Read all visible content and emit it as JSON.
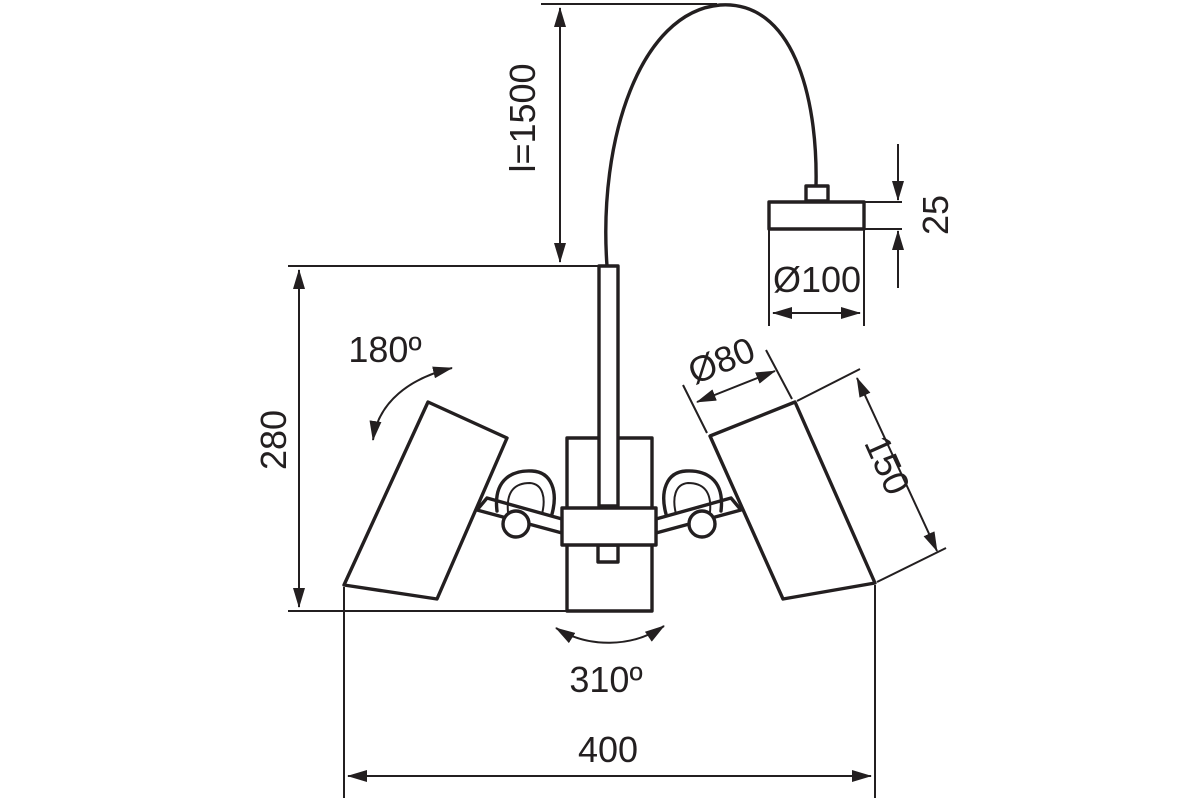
{
  "diagram": {
    "labels": {
      "cable_length": "l=1500",
      "canopy_height": "25",
      "canopy_diameter": "Ø100",
      "shade_diameter": "Ø80",
      "shade_length": "150",
      "total_height": "280",
      "head_rotation": "180º",
      "body_rotation": "310º",
      "total_width": "400"
    },
    "colors": {
      "stroke": "#231f20",
      "background": "#ffffff"
    }
  }
}
